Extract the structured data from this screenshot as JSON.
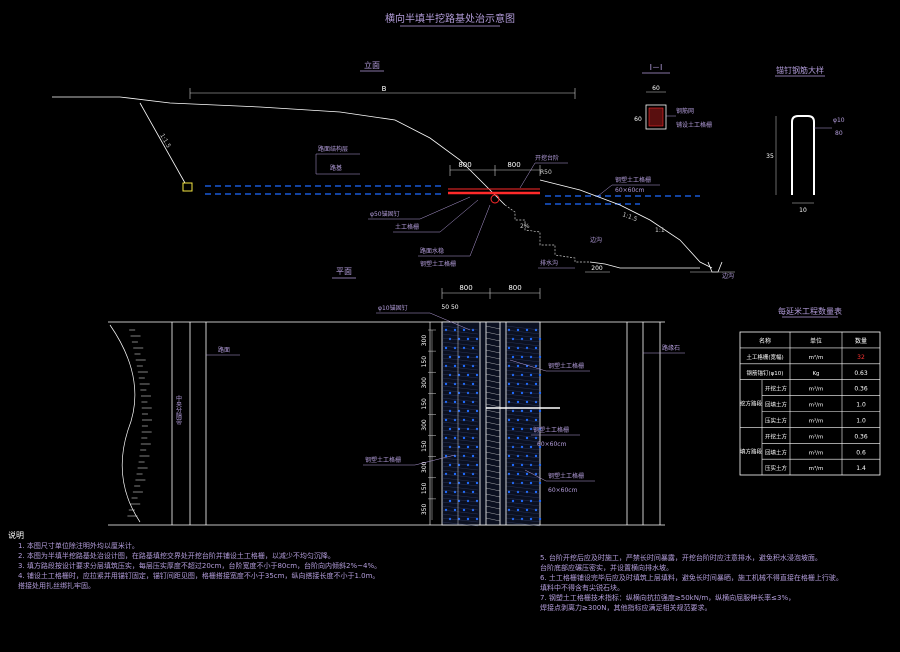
{
  "title": "横向半填半挖路基处治示意图",
  "labels": {
    "elevation": "立面",
    "dim_B": "B",
    "dim_800_a": "800",
    "dim_800_b": "800",
    "soil_label": "路面结构层",
    "soil_label2": "路基",
    "geogrid_a": "土工格栅",
    "geogrid_b": "钢塑土工格栅",
    "anchor": "φ50锚固钉",
    "step_1": "开挖台阶",
    "slope_ratio": "1:1.5",
    "pct": "2%",
    "dim_200": "200",
    "mat_a": "60×60cm",
    "ditch": "边沟",
    "ditch_b": "排水沟",
    "wall": "路面水稳",
    "slope_b": "1:1",
    "slope_c": "1:1.5",
    "plan": "平面",
    "sec": "I－I",
    "sec_dim_w": "60",
    "sec_dim_h": "60",
    "sec_note_a": "钢筋网",
    "sec_note_b": "铺设土工格栅",
    "anchor_title": "锚钉钢筋大样",
    "anchor_dim_h": "35",
    "anchor_dim_w": "10",
    "anchor_spec_a": "φ10",
    "anchor_spec_b": "80",
    "plan_800_a": "800",
    "plan_800_b": "800",
    "plan_5050": "50 50",
    "plan_anchor": "φ10锚固钉",
    "plan_geogrid": "钢塑土工格栅",
    "plan_road": "路面",
    "plan_edge": "路缘石",
    "plan_mid": "中央分隔带",
    "plan_label_c": "钢塑土工格栅",
    "plan_mesh": "钢塑土工格栅",
    "plan_mesh_dim": "60×60cm",
    "plan_mesh2": "钢塑土工格栅",
    "plan_mesh2_dim": "60×60cm",
    "plan_left_geo": "钢塑土工格栅",
    "plan_spacings": [
      "300",
      "150",
      "300",
      "150",
      "300",
      "150",
      "300",
      "150",
      "350"
    ]
  },
  "table": {
    "title": "每延米工程数量表",
    "headers": [
      "名称",
      "单位",
      "数量"
    ],
    "rows": [
      {
        "group": "",
        "name": "土工格栅(宽幅)",
        "unit": "m²/m",
        "qty": "32"
      },
      {
        "group": "",
        "name": "钢筋锚钉(φ10)",
        "unit": "Kg",
        "qty": "0.63"
      },
      {
        "group": "挖方路段",
        "name": "开挖土方",
        "unit": "m³/m",
        "qty": "0.36"
      },
      {
        "group": "挖方路段",
        "name": "回填土方",
        "unit": "m³/m",
        "qty": "1.0"
      },
      {
        "group": "挖方路段",
        "name": "压实土方",
        "unit": "m³/m",
        "qty": "1.0"
      },
      {
        "group": "填方路段",
        "name": "开挖土方",
        "unit": "m³/m",
        "qty": "0.36"
      },
      {
        "group": "填方路段",
        "name": "回填土方",
        "unit": "m³/m",
        "qty": "0.6"
      },
      {
        "group": "填方路段",
        "name": "压实土方",
        "unit": "m³/m",
        "qty": "1.4"
      }
    ]
  },
  "notes": {
    "heading": "说明",
    "left": [
      "1. 本图尺寸单位除注明外均以厘米计。",
      "2. 本图为半填半挖路基处治设计图，在路基填挖交界处开挖台阶并铺设土工格栅，以减少不均匀沉降。",
      "3. 填方路段按设计要求分层填筑压实，每层压实厚度不超过20cm，台阶宽度不小于80cm，台阶向内倾斜2%~4%。",
      "4. 铺设土工格栅时，应拉紧并用锚钉固定，锚钉间距见图，格栅搭接宽度不小于35cm，纵向搭接长度不小于1.0m。",
      "   搭接处用扎丝绑扎牢固。"
    ],
    "right": [
      "5. 台阶开挖后应及时施工，严禁长时间暴露，开挖台阶时应注意排水，避免积水浸泡坡面。",
      "   台阶底部应碾压密实，并设置横向排水坡。",
      "6. 土工格栅铺设完毕后应及时填筑上层填料，避免长时间暴晒，施工机械不得直接在格栅上行驶。",
      "   填料中不得含有尖锐石块。",
      "7. 钢塑土工格栅技术指标：纵横向抗拉强度≥50kN/m，纵横向屈服伸长率≤3%，",
      "   焊接点剥离力≥300N，其他指标应满足相关规范要求。"
    ]
  },
  "colors": {
    "background": "#000000",
    "line": "#ffffff",
    "dim": "#cfcfcf",
    "label": "#b39ddb",
    "anchor_red": "#ff2a2a",
    "geogrid_blue": "#1f6bff",
    "table_red": "#ff3333",
    "yellow": "#f5e642"
  },
  "icons": {
    "anchor_marker": "anchor-circle-icon",
    "geogrid_dot": "geogrid-dot-icon"
  }
}
